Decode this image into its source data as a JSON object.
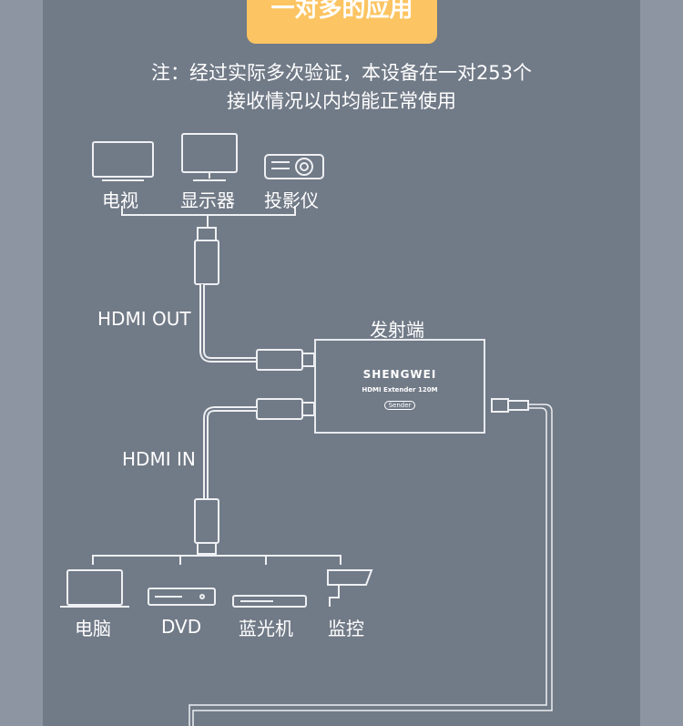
{
  "title": "一对多的应用",
  "note": {
    "line1": "注：经过实际多次验证，本设备在一对253个",
    "line2": "接收情况以内均能正常使用"
  },
  "outputs": [
    "电视",
    "显示器",
    "投影仪"
  ],
  "inputs": [
    "电脑",
    "DVD",
    "蓝光机",
    "监控"
  ],
  "hdmi_out": "HDMI OUT",
  "hdmi_in": "HDMI IN",
  "sender_label": "发射端",
  "device": {
    "brand": "SHENGWEI",
    "model": "HDMI Extender 120M",
    "role": "Sender"
  },
  "colors": {
    "accent": "#fcc462",
    "panel": "#717a87"
  }
}
